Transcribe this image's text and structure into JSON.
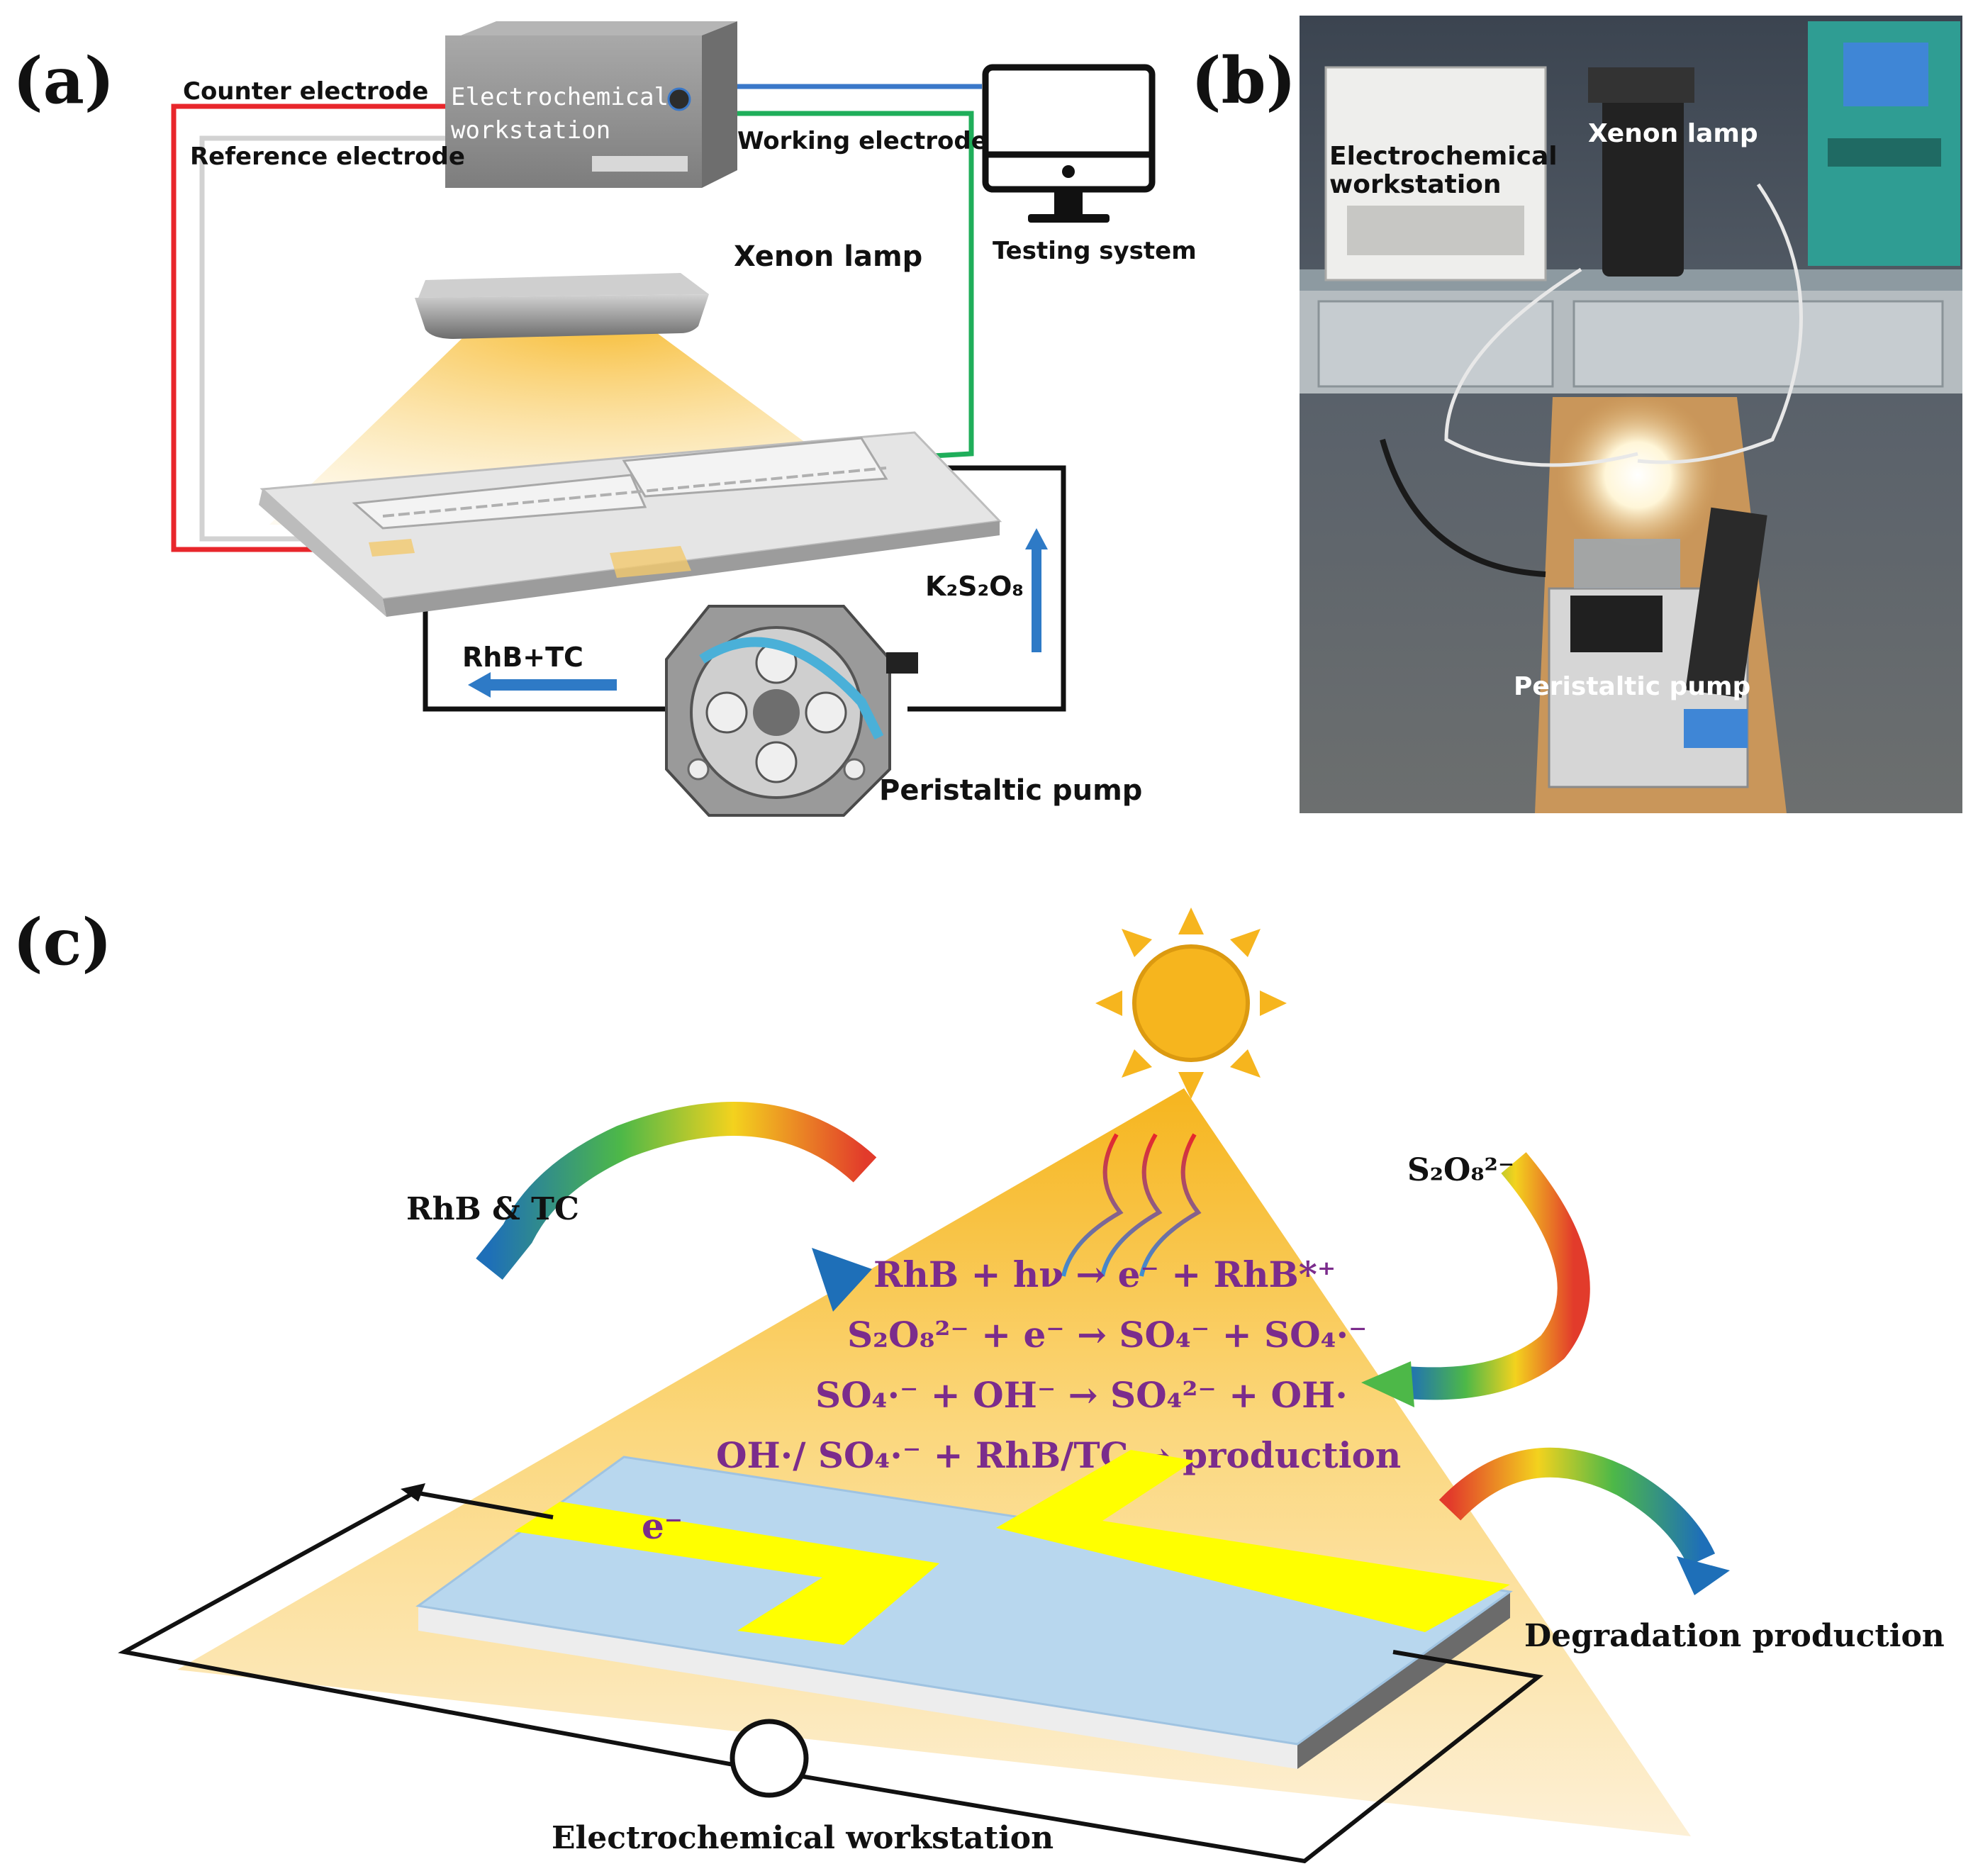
{
  "panels": {
    "a": "(a)",
    "b": "(b)",
    "c": "(c)"
  },
  "panel_a": {
    "counter_electrode": "Counter electrode",
    "reference_electrode": "Reference electrode",
    "workstation_line1": "Electrochemical",
    "workstation_line2": "workstation",
    "working_electrode": "Working electrode",
    "testing_system": "Testing system",
    "xenon_lamp": "Xenon lamp",
    "k2s2o8": "K₂S₂O₈",
    "rhb_tc": "RhB+TC",
    "peristaltic_pump": "Peristaltic pump"
  },
  "panel_b": {
    "workstation_line1": "Electrochemical",
    "workstation_line2": "workstation",
    "xenon_lamp": "Xenon lamp",
    "peristaltic_pump": "Peristaltic pump"
  },
  "panel_c": {
    "rhb_tc": "RhB & TC",
    "s2o8": "S₂O₈²⁻",
    "eq1": "RhB + hν → e⁻ + RhB*⁺",
    "eq2": "S₂O₈²⁻ + e⁻ → SO₄⁻ + SO₄·⁻",
    "eq3": "SO₄·⁻ + OH⁻ → SO₄²⁻ + OH·",
    "eq4": "OH·/ SO₄·⁻ + RhB/TC  →  production",
    "electron": "e⁻",
    "degradation": "Degradation production",
    "workstation": "Electrochemical workstation"
  },
  "colors": {
    "counter_wire": "#e8262b",
    "working_wire": "#1fae5a",
    "signal_wire": "#3a78c9",
    "equation_text": "#7b2c8c",
    "electrode": "#ffff00"
  }
}
